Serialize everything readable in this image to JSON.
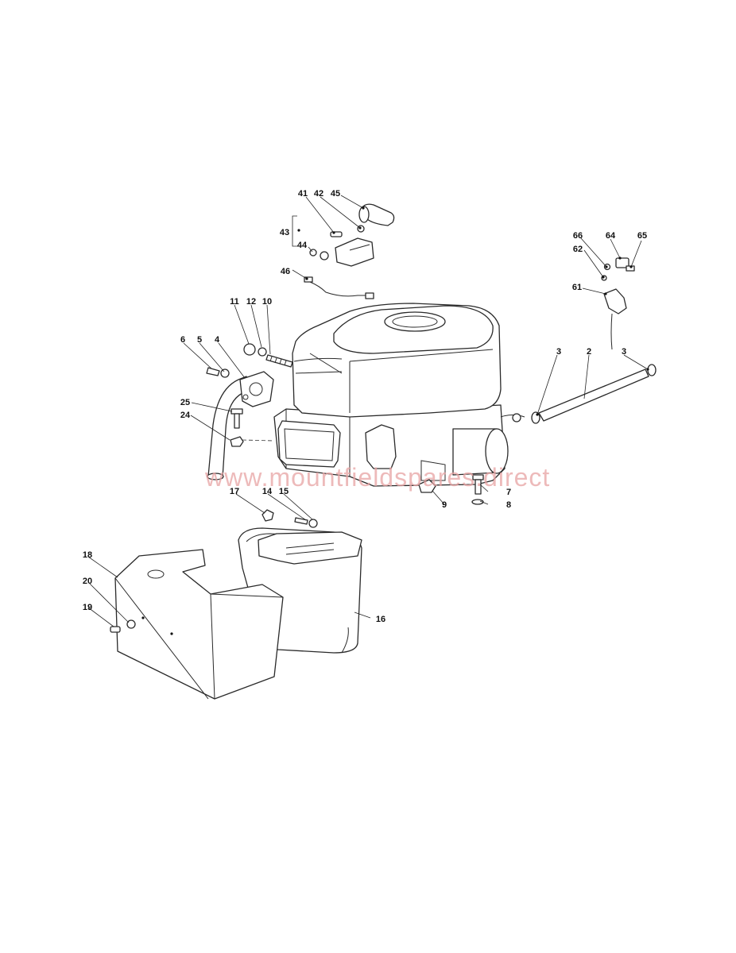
{
  "watermark": "www.mountfieldspares.direct",
  "callouts": {
    "c2": "2",
    "c3a": "3",
    "c3b": "3",
    "c4": "4",
    "c5": "5",
    "c6": "6",
    "c7": "7",
    "c8": "8",
    "c9": "9",
    "c10": "10",
    "c11": "11",
    "c12": "12",
    "c14": "14",
    "c15": "15",
    "c16": "16",
    "c17": "17",
    "c18": "18",
    "c19": "19",
    "c20": "20",
    "c24": "24",
    "c25": "25",
    "c41": "41",
    "c42": "42",
    "c43": "43",
    "c44": "44",
    "c45": "45",
    "c46": "46",
    "c61": "61",
    "c62": "62",
    "c64": "64",
    "c65": "65",
    "c66": "66"
  }
}
